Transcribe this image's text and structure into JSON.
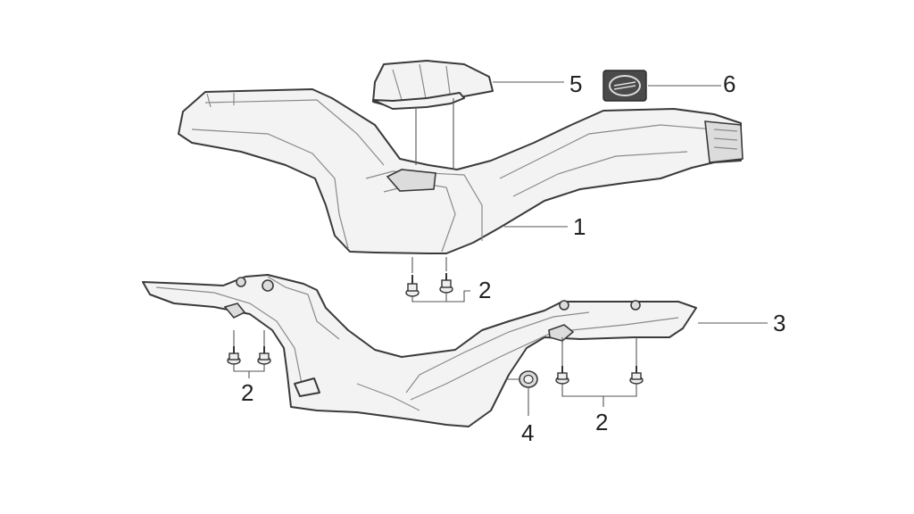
{
  "callouts": {
    "c1": "1",
    "c2a": "2",
    "c2b": "2",
    "c2c": "2",
    "c3": "3",
    "c4": "4",
    "c5": "5",
    "c6": "6"
  },
  "colors": {
    "outline": "#3a3a3a",
    "fill": "#f3f3f3",
    "emblem": "#4a4a4a"
  },
  "parts": [
    {
      "callout": "1",
      "icon": "upper-handlebar-cover"
    },
    {
      "callout": "2",
      "icon": "screw"
    },
    {
      "callout": "3",
      "icon": "lower-handlebar-cover"
    },
    {
      "callout": "4",
      "icon": "rubber-grommet"
    },
    {
      "callout": "5",
      "icon": "instrument-cap"
    },
    {
      "callout": "6",
      "icon": "brand-emblem"
    }
  ]
}
